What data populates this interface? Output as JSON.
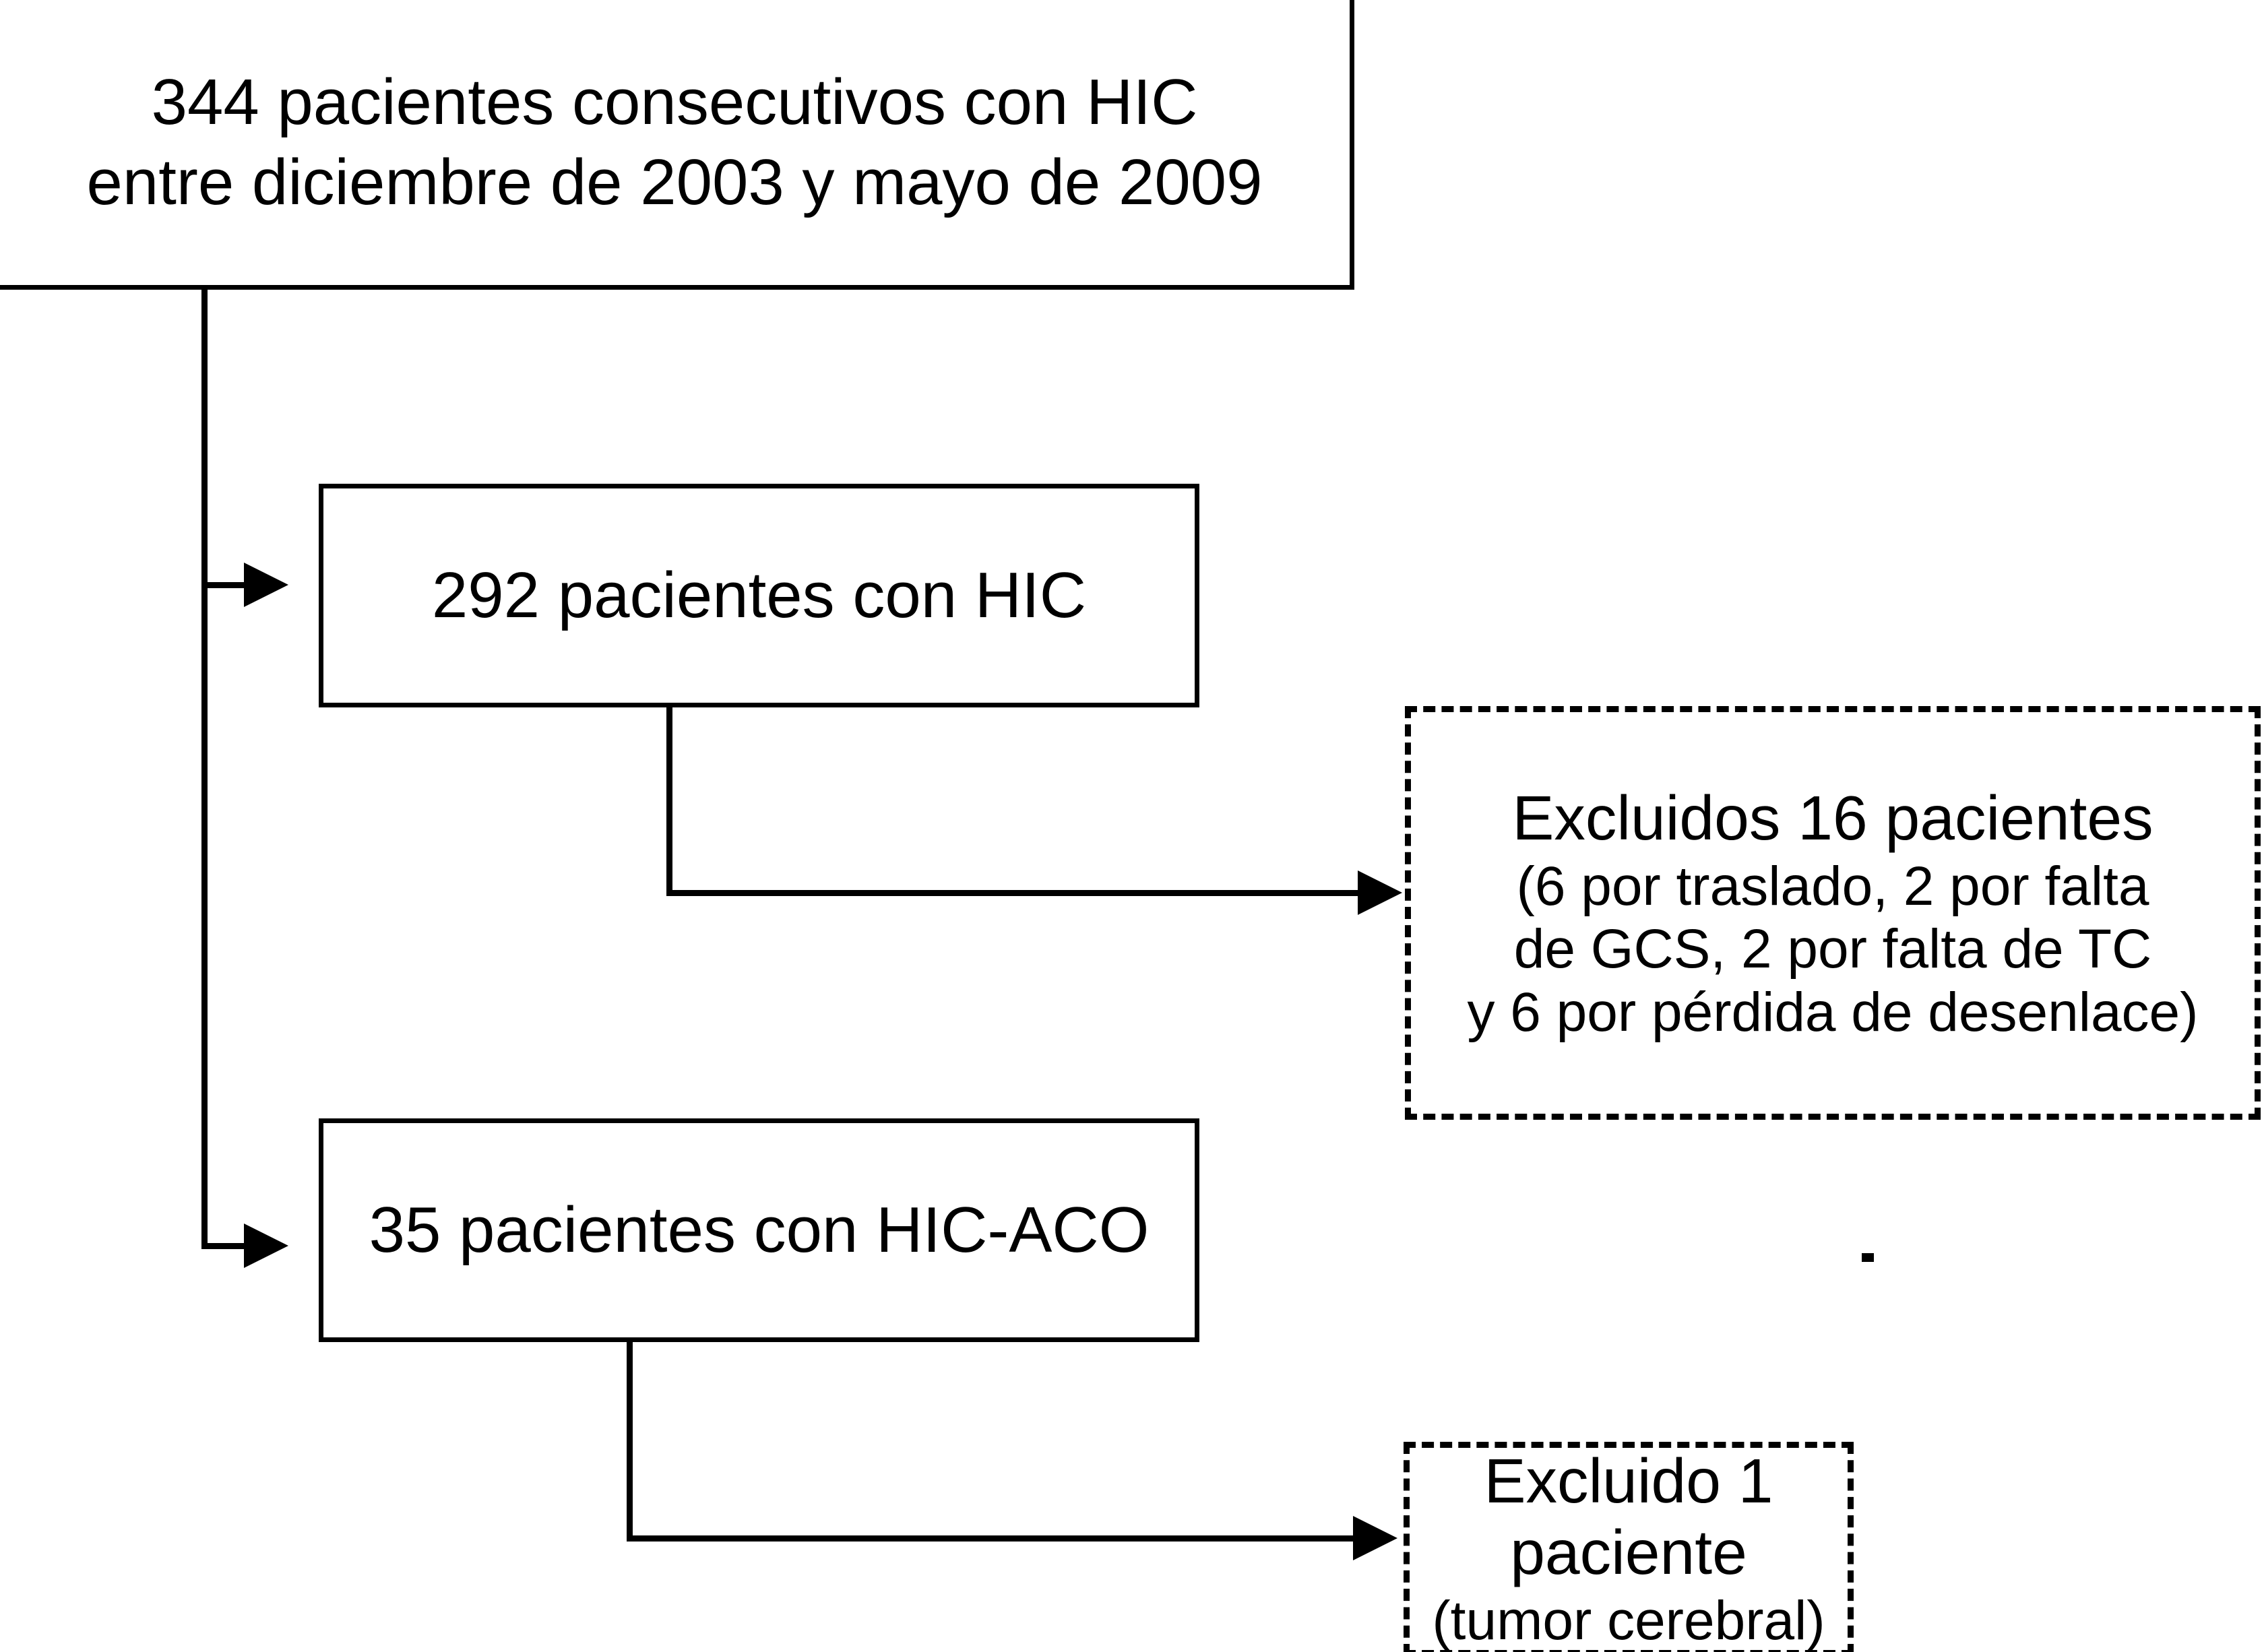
{
  "figure": {
    "type": "patient-flow-diagram",
    "language": "es",
    "colors": {
      "ink": "#000000",
      "background": "#ffffff"
    }
  },
  "nodes": {
    "cohort": {
      "name": "cohort-box",
      "border_style": "solid",
      "lines": [
        "344 pacientes consecutivos con HIC",
        "entre diciembre de 2003 y mayo de 2009"
      ]
    },
    "hic": {
      "name": "hic-box",
      "border_style": "solid",
      "lines": [
        "292 pacientes con HIC"
      ]
    },
    "hic_aco": {
      "name": "hic-aco-box",
      "border_style": "solid",
      "lines": [
        "35 pacientes con HIC-ACO"
      ]
    },
    "excluded_16": {
      "name": "excluded-16-box",
      "border_style": "dashed",
      "lines": [
        "Excluidos 16 pacientes",
        "(6 por traslado, 2 por falta",
        "de GCS, 2 por falta de TC",
        "y 6 por pérdida de desenlace)"
      ]
    },
    "excluded_1": {
      "name": "excluded-1-box",
      "border_style": "dashed",
      "lines": [
        "Excluido 1 paciente",
        "(tumor cerebral)"
      ]
    }
  },
  "counts": {
    "total_consecutive_patients": 344,
    "hic_patients": 292,
    "hic_aco_patients": 35,
    "excluded_from_hic": 16,
    "excluded_from_hic_aco": 1,
    "exclusion_reasons_hic": [
      {
        "reason": "traslado",
        "n": 6
      },
      {
        "reason": "falta de GCS",
        "n": 2
      },
      {
        "reason": "falta de TC",
        "n": 2
      },
      {
        "reason": "pérdida de desenlace",
        "n": 6
      }
    ],
    "exclusion_reasons_hic_aco": [
      {
        "reason": "tumor cerebral",
        "n": 1
      }
    ]
  },
  "date_range": {
    "from": "diciembre de 2003",
    "to": "mayo de 2009"
  }
}
